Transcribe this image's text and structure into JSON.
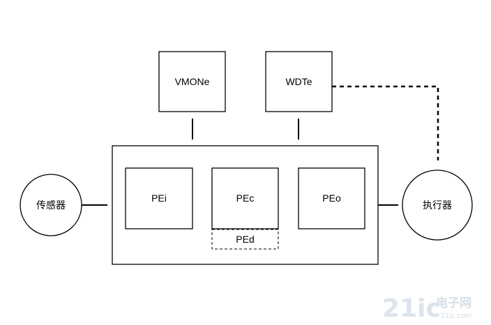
{
  "diagram": {
    "nodes": {
      "vmon": {
        "label": "VMONe"
      },
      "wdt": {
        "label": "WDTe"
      },
      "pei": {
        "label": "PEi"
      },
      "pec": {
        "label": "PEc"
      },
      "ped": {
        "label": "PEd"
      },
      "peo": {
        "label": "PEo"
      },
      "sensor": {
        "label": "传感器"
      },
      "actuator": {
        "label": "执行器"
      }
    },
    "edges": [
      {
        "from": "sensor",
        "to": "controller",
        "style": "solid"
      },
      {
        "from": "controller",
        "to": "actuator",
        "style": "solid"
      },
      {
        "from": "vmon",
        "to": "controller",
        "style": "solid"
      },
      {
        "from": "wdt",
        "to": "controller",
        "style": "solid"
      },
      {
        "from": "wdt",
        "to": "actuator",
        "style": "dashed"
      }
    ]
  },
  "watermark": {
    "text": "21ic",
    "cjk": "电子网",
    "sub": "21ic.com"
  },
  "colors": {
    "stroke": "#000000",
    "background": "#ffffff",
    "watermark": "#dce4ec"
  }
}
